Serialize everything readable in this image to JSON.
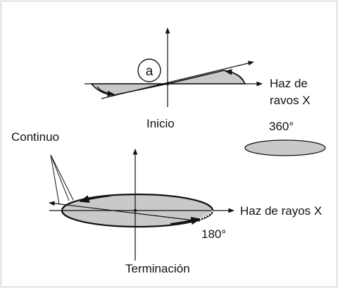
{
  "colors": {
    "line": "#111111",
    "fill": "#c9c9c9",
    "border": "#c8c8c8"
  },
  "labels": {
    "marker": "a",
    "beam_top_line1": "Haz de",
    "beam_top_line2": "ravos X",
    "start": "Inicio",
    "full_rotation": "360°",
    "continuous": "Continuo",
    "beam_bottom": "Haz de rayos X",
    "half_rotation": "180°",
    "end": "Terminación"
  }
}
